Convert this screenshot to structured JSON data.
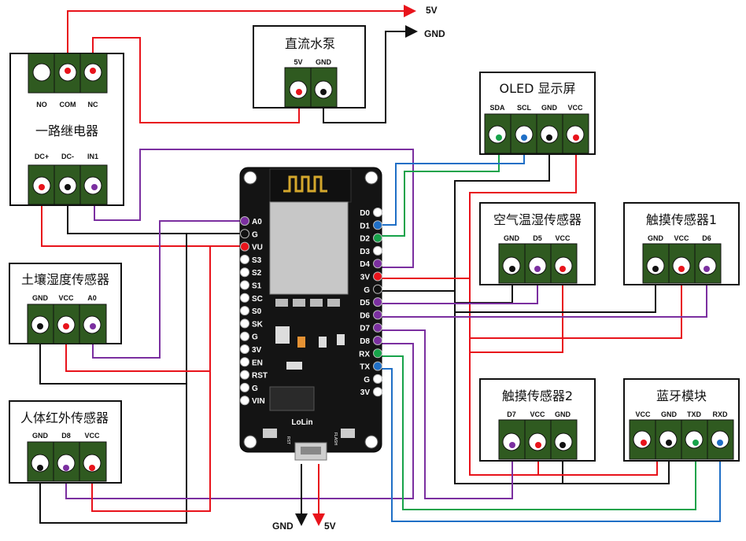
{
  "relay": {
    "title": "一路继电器",
    "top_pins": [
      "NO",
      "COM",
      "NC"
    ],
    "bottom_pins": [
      "DC+",
      "DC-",
      "IN1"
    ]
  },
  "pump": {
    "title": "直流水泵",
    "pins": [
      "5V",
      "GND"
    ]
  },
  "oled": {
    "title": "OLED  显示屏",
    "pins": [
      "SDA",
      "SCL",
      "GND",
      "VCC"
    ]
  },
  "soil": {
    "title": "土壤湿度传感器",
    "pins": [
      "GND",
      "VCC",
      "A0"
    ]
  },
  "pir": {
    "title": "人体红外传感器",
    "pins": [
      "GND",
      "D8",
      "VCC"
    ]
  },
  "air": {
    "title": "空气温湿传感器",
    "pins": [
      "GND",
      "D5",
      "VCC"
    ]
  },
  "touch1": {
    "title": "触摸传感器1",
    "pins": [
      "GND",
      "VCC",
      "D6"
    ]
  },
  "touch2": {
    "title": "触摸传感器2",
    "pins": [
      "D7",
      "VCC",
      "GND"
    ]
  },
  "bt": {
    "title": "蓝牙模块",
    "pins": [
      "VCC",
      "GND",
      "TXD",
      "RXD"
    ]
  },
  "board": {
    "name": "LoLin",
    "left_pins": [
      "A0",
      "G",
      "VU",
      "S3",
      "S2",
      "S1",
      "SC",
      "S0",
      "SK",
      "G",
      "3V",
      "EN",
      "RST",
      "G",
      "VIN"
    ],
    "right_pins": [
      "D0",
      "D1",
      "D2",
      "D3",
      "D4",
      "3V",
      "G",
      "D5",
      "D6",
      "D7",
      "D8",
      "RX",
      "TX",
      "G",
      "3V"
    ],
    "rst_label": "RST",
    "flash_label": "FLASH"
  },
  "rails": {
    "top_5v": "5V",
    "top_gnd": "GND",
    "bottom_gnd": "GND",
    "bottom_5v": "5V"
  },
  "colors": {
    "red": "#e8131b",
    "black": "#111111",
    "purple": "#7b2fa0",
    "green": "#17a34a",
    "blue": "#1f6fc6",
    "terminal": "#2f5a20"
  }
}
